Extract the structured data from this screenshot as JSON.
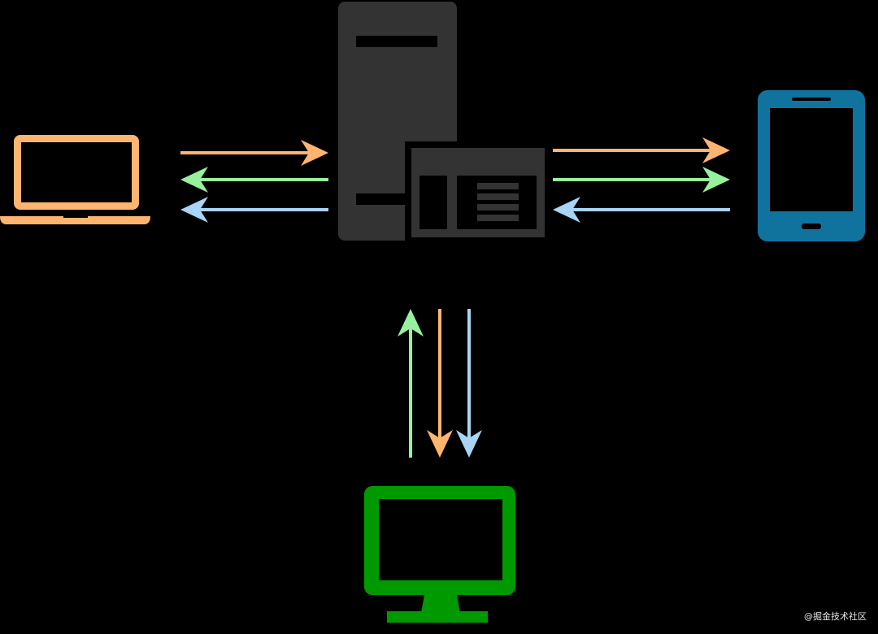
{
  "colors": {
    "background": "#000000",
    "laptop": "#FFB570",
    "phone": "#10739E",
    "desktop": "#009900",
    "server": "#333333",
    "arrow_orange": "#FFB570",
    "arrow_green": "#97F09E",
    "arrow_blue": "#A9D4F5"
  },
  "nodes": [
    {
      "id": "server",
      "icon": "server-with-window-icon"
    },
    {
      "id": "laptop",
      "icon": "laptop-icon"
    },
    {
      "id": "phone",
      "icon": "tablet-phone-icon"
    },
    {
      "id": "desktop",
      "icon": "desktop-monitor-icon"
    }
  ],
  "edges": [
    {
      "from": "laptop",
      "to": "server",
      "color": "#FFB570"
    },
    {
      "from": "server",
      "to": "laptop",
      "color": "#97F09E"
    },
    {
      "from": "server",
      "to": "laptop",
      "color": "#A9D4F5"
    },
    {
      "from": "server",
      "to": "phone",
      "color": "#FFB570"
    },
    {
      "from": "server",
      "to": "phone",
      "color": "#97F09E"
    },
    {
      "from": "phone",
      "to": "server",
      "color": "#A9D4F5"
    },
    {
      "from": "desktop",
      "to": "server",
      "color": "#97F09E"
    },
    {
      "from": "server",
      "to": "desktop",
      "color": "#FFB570"
    },
    {
      "from": "server",
      "to": "desktop",
      "color": "#A9D4F5"
    }
  ],
  "watermark": "@掘金技术社区"
}
